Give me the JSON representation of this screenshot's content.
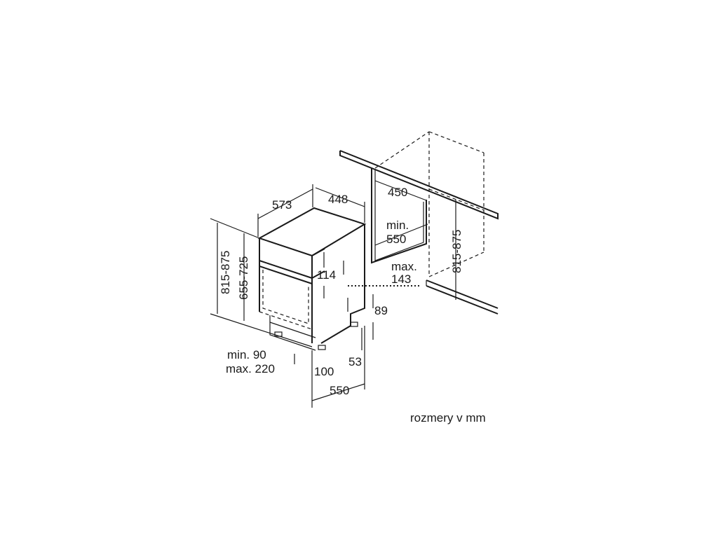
{
  "diagram": {
    "dimensions": {
      "appliance_depth": "573",
      "appliance_width": "448",
      "height_range_outer": "815-875",
      "height_range_panel": "655-725",
      "control_panel": "114",
      "plinth_min": "min. 90",
      "plinth_max": "max. 220",
      "foot_offset": "100",
      "rear_offset": "53",
      "rear_step": "89",
      "base_depth": "550",
      "niche_width": "450",
      "niche_depth_min": "min.",
      "niche_depth_val": "550",
      "max_label": "max.",
      "max_value": "143",
      "niche_height": "815-875"
    },
    "note": "rozmery v mm"
  }
}
